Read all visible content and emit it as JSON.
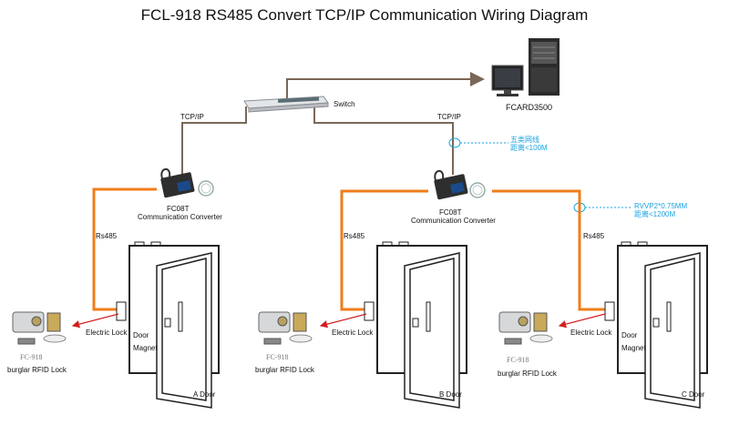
{
  "title": "FCL-918 RS485 Convert TCP/IP Communication Wiring Diagram",
  "server": {
    "label": "FCARD3500"
  },
  "switch": {
    "label": "Switch"
  },
  "links": {
    "tcp_left": "TCP/IP",
    "tcp_right": "TCP/IP"
  },
  "notes": {
    "cat5_line1": "五类网线",
    "cat5_line2": "距离<100M",
    "rvvp_line1": "RVVP2*0.75MM",
    "rvvp_line2": "距离<1200M"
  },
  "converters": [
    {
      "model": "FC08T",
      "name": "Communication Converter"
    },
    {
      "model": "FC08T",
      "name": "Communication Converter"
    }
  ],
  "rs485": [
    "Rs485",
    "Rs485",
    "Rs485"
  ],
  "doors": [
    {
      "name": "A Door",
      "electric_lock": "Electric Lock",
      "door_magnet_1": "Door",
      "door_magnet_2": "Magnet",
      "lock_model": "FC-918",
      "lock_name": "burglar RFID Lock"
    },
    {
      "name": "B Door",
      "electric_lock": "Electric Lock",
      "lock_model": "FC-918",
      "lock_name": "burglar RFID Lock"
    },
    {
      "name": "C Door",
      "electric_lock": "Electric Lock",
      "door_magnet_1": "Door",
      "door_magnet_2": "Magnet",
      "lock_model": "FC-918",
      "lock_name": "burglar RFID Lock"
    }
  ],
  "colors": {
    "network_wire": "#7a6757",
    "rs485_wire": "#f07d1a",
    "note": "#1aa3e0",
    "arrow": "#d21f1f"
  }
}
